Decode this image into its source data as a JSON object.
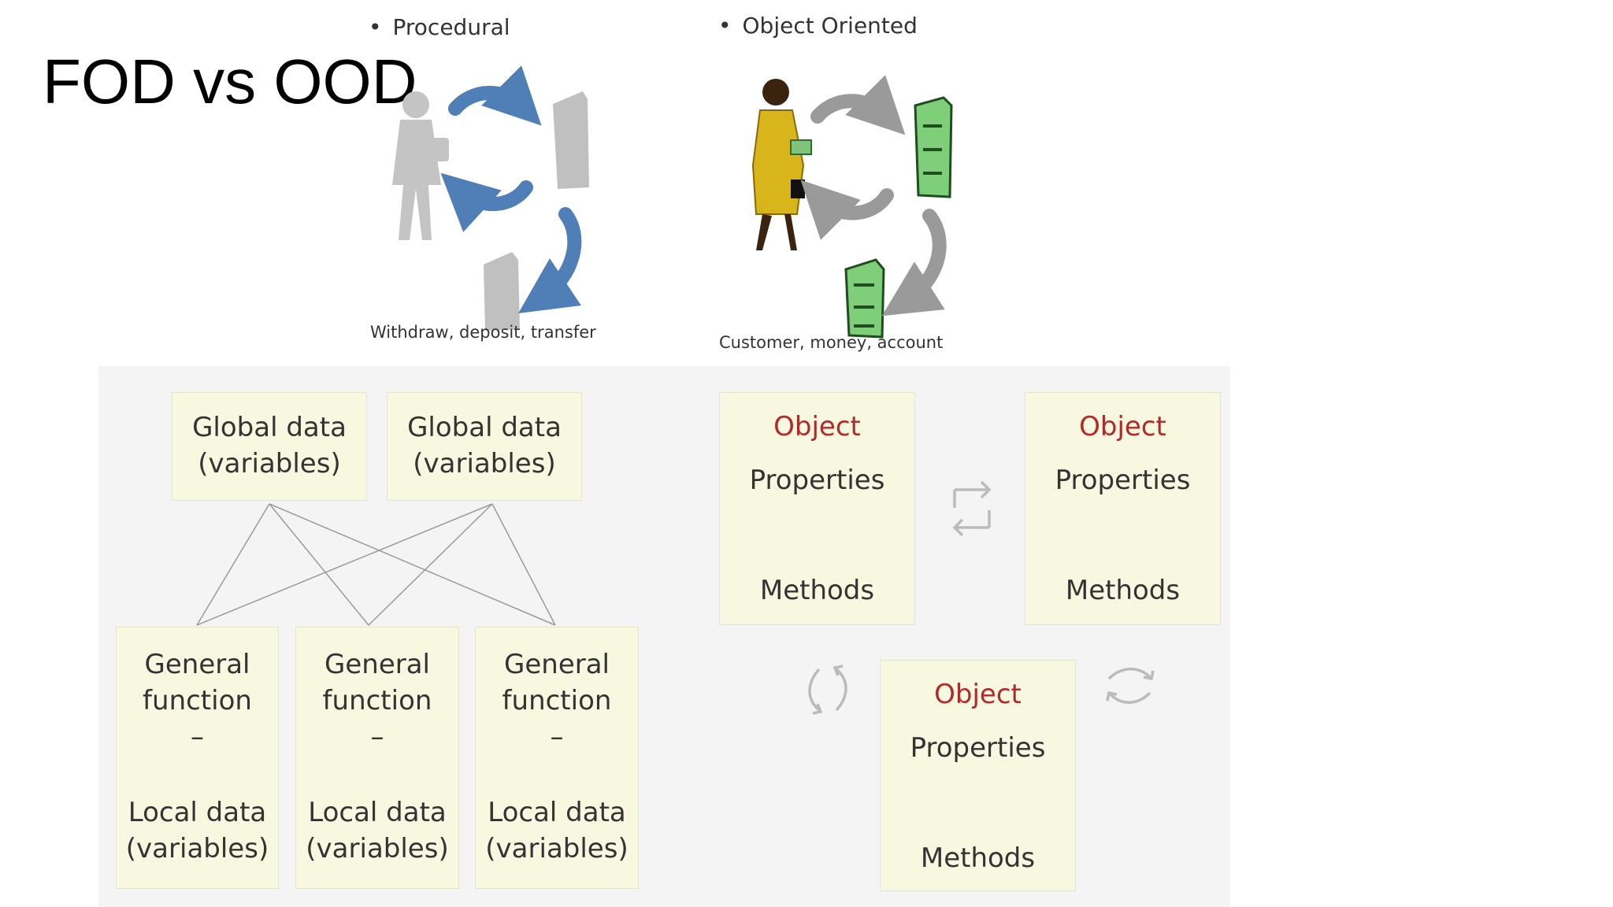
{
  "slide": {
    "title": "FOD vs OOD"
  },
  "procedural": {
    "bullet": "Procedural",
    "caption": "Withdraw, deposit, transfer"
  },
  "object_oriented": {
    "bullet": "Object Oriented",
    "caption": "Customer, money, account"
  },
  "fod_diagram": {
    "globals": [
      {
        "line1": "Global data",
        "line2": "(variables)"
      },
      {
        "line1": "Global data",
        "line2": "(variables)"
      }
    ],
    "functions": [
      {
        "line1": "General",
        "line2": "function",
        "dash": "–",
        "line3": "Local data",
        "line4": "(variables)"
      },
      {
        "line1": "General",
        "line2": "function",
        "dash": "–",
        "line3": "Local data",
        "line4": "(variables)"
      },
      {
        "line1": "General",
        "line2": "function",
        "dash": "–",
        "line3": "Local data",
        "line4": "(variables)"
      }
    ]
  },
  "ood_diagram": {
    "objects": [
      {
        "title": "Object",
        "properties": "Properties",
        "methods": "Methods"
      },
      {
        "title": "Object",
        "properties": "Properties",
        "methods": "Methods"
      },
      {
        "title": "Object",
        "properties": "Properties",
        "methods": "Methods"
      }
    ]
  },
  "colors": {
    "object_title": "#b02a2a",
    "box_fill": "#f8f8e0",
    "diagram_bg": "#f4f4f4",
    "procedural_arrow": "#4f7fb6",
    "oo_arrow": "#9a9a9a",
    "money_green": "#3e9a4e"
  }
}
